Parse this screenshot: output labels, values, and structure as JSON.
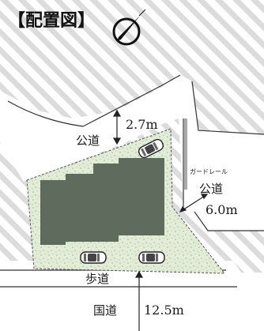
{
  "title": "【配置図】",
  "labels": {
    "road_top": "公道",
    "road_top_width": "2.7m",
    "guardrail": "ガードレール",
    "road_right": "公道",
    "road_right_width": "6.0m",
    "sidewalk": "歩道",
    "national_road": "国道",
    "national_road_width": "12.5m"
  },
  "icons": {
    "north": "north-compass-icon",
    "car": "car-icon"
  },
  "colors": {
    "background": "#ffffff",
    "stripe": "#dcdcdc",
    "lot_fill": "#e3ecd8",
    "lot_speckle": "#9bb889",
    "building": "#5f6b5c",
    "text": "#1a1a1a"
  }
}
